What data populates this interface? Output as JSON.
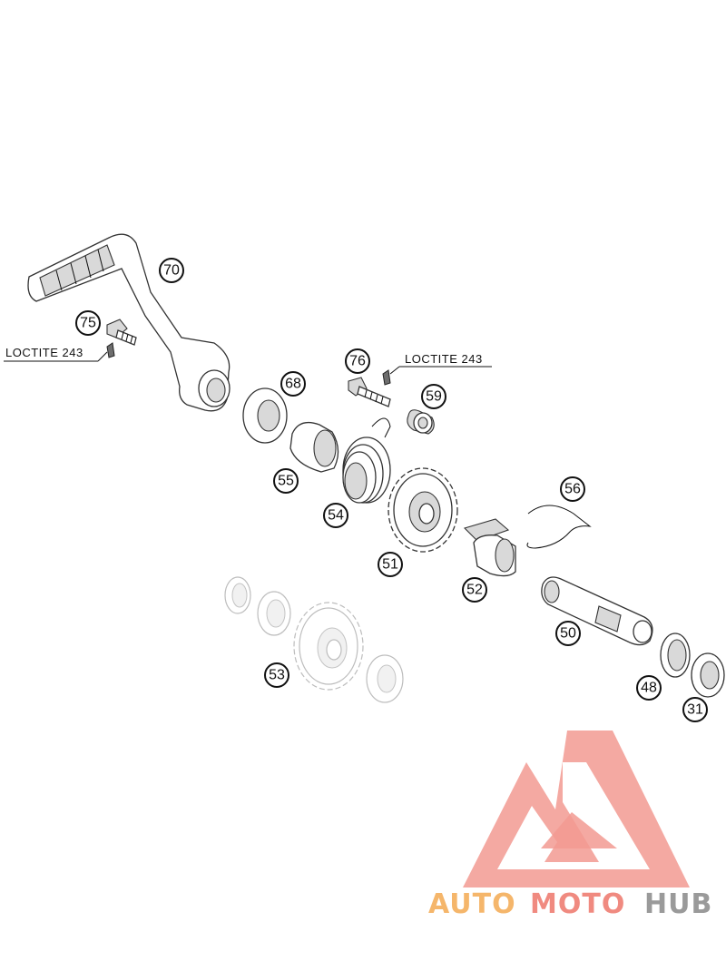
{
  "callouts": [
    {
      "id": "70",
      "label": "70"
    },
    {
      "id": "75",
      "label": "75"
    },
    {
      "id": "76",
      "label": "76"
    },
    {
      "id": "68",
      "label": "68"
    },
    {
      "id": "59",
      "label": "59"
    },
    {
      "id": "55",
      "label": "55"
    },
    {
      "id": "54",
      "label": "54"
    },
    {
      "id": "56",
      "label": "56"
    },
    {
      "id": "51",
      "label": "51"
    },
    {
      "id": "52",
      "label": "52"
    },
    {
      "id": "50",
      "label": "50"
    },
    {
      "id": "53",
      "label": "53"
    },
    {
      "id": "48",
      "label": "48"
    },
    {
      "id": "31",
      "label": "31"
    }
  ],
  "notes": {
    "left": "LOCTITE 243",
    "right": "LOCTITE 243"
  },
  "watermark": {
    "word_auto": "AUTO",
    "word_moto": "MOTO",
    "word_hub": "HUB",
    "color_auto": "#f5b66b",
    "color_moto": "#f08a80",
    "color_hub": "#9a9a9a",
    "logo_color": "#f29a92"
  }
}
